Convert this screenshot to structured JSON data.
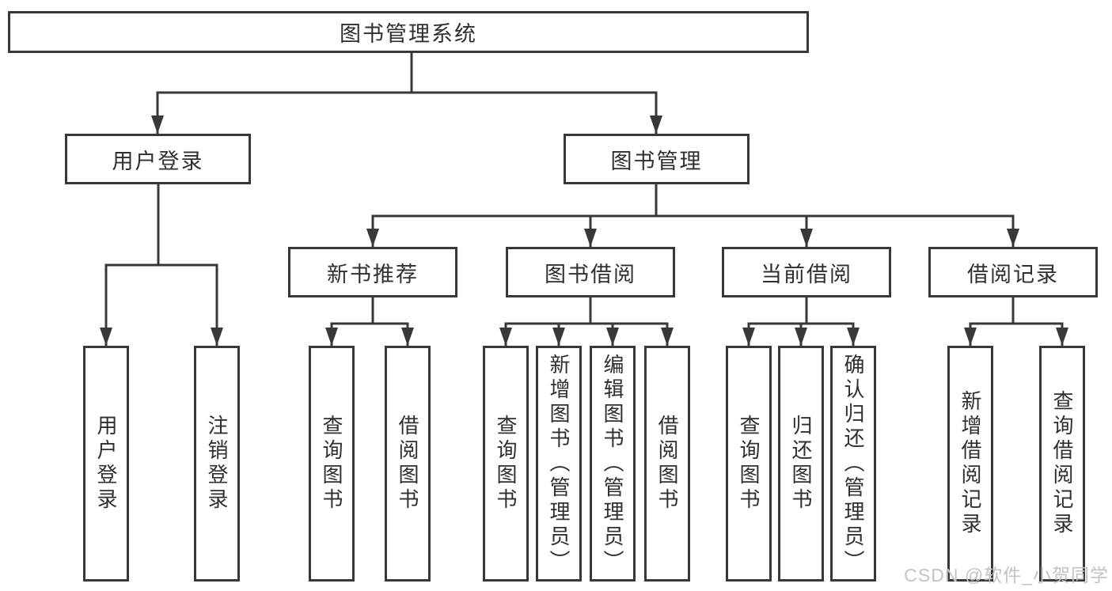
{
  "tree": {
    "label": "图书管理系统",
    "children": [
      {
        "label": "用户登录",
        "children": [
          {
            "label": "用户登录"
          },
          {
            "label": "注销登录"
          }
        ]
      },
      {
        "label": "图书管理",
        "children": [
          {
            "label": "新书推荐",
            "children": [
              {
                "label": "查询图书"
              },
              {
                "label": "借阅图书"
              }
            ]
          },
          {
            "label": "图书借阅",
            "children": [
              {
                "label": "查询图书"
              },
              {
                "label": "新增图书（管理员）"
              },
              {
                "label": "编辑图书（管理员）"
              },
              {
                "label": "借阅图书"
              }
            ]
          },
          {
            "label": "当前借阅",
            "children": [
              {
                "label": "查询图书"
              },
              {
                "label": "归还图书"
              },
              {
                "label": "确认归还（管理员）"
              }
            ]
          },
          {
            "label": "借阅记录",
            "children": [
              {
                "label": "新增借阅记录"
              },
              {
                "label": "查询借阅记录"
              }
            ]
          }
        ]
      }
    ]
  },
  "watermark": {
    "text": "CSDN @软件_小贺同学"
  },
  "colors": {
    "line": "#383838",
    "box_border": "#383838",
    "text": "#2f2f2f",
    "background": "#ffffff",
    "watermark": "#c3c3c3"
  }
}
